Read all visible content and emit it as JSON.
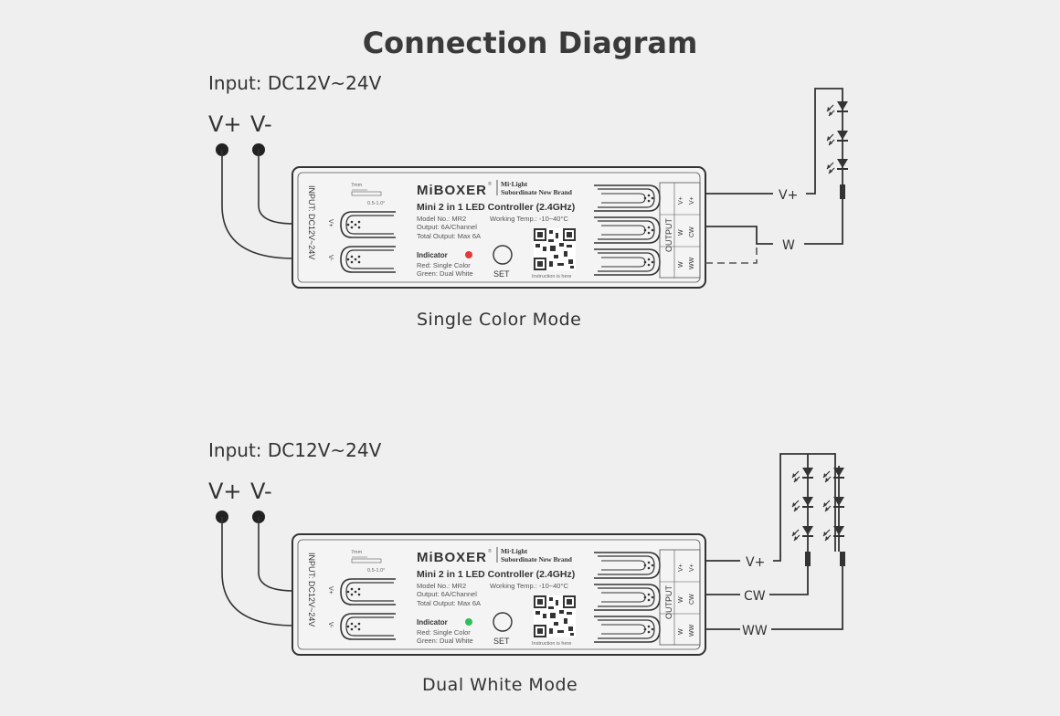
{
  "title": "Connection Diagram",
  "diagrams": [
    {
      "input_label": "Input: DC12V~24V",
      "vplus": "V+",
      "vminus": "V-",
      "outputs": [
        "V+",
        "W"
      ],
      "mode_label": "Single Color Mode",
      "indicator_color": "#e03a3a",
      "port_labels": [
        [
          "V+",
          "V+"
        ],
        [
          "W",
          "CW"
        ],
        [
          "W",
          "WW"
        ]
      ]
    },
    {
      "input_label": "Input: DC12V~24V",
      "vplus": "V+",
      "vminus": "V-",
      "outputs": [
        "V+",
        "CW",
        "WW"
      ],
      "mode_label": "Dual White Mode",
      "indicator_color": "#2fbf5a",
      "port_labels": [
        [
          "V+",
          "V+"
        ],
        [
          "W",
          "CW"
        ],
        [
          "W",
          "WW"
        ]
      ]
    }
  ],
  "controller": {
    "brand": "MiBOXER",
    "reg": "®",
    "sub_brand": "Mi·Light",
    "sub_brand_tag": "Subordinate New Brand",
    "product": "Mini 2 in 1 LED Controller (2.4GHz)",
    "model": "Model No.: MR2",
    "temp": "Working Temp.: -10~40°C",
    "output": "Output: 6A/Channel",
    "total": "Total Output: Max 6A",
    "indicator_title": "Indicator",
    "indicator_red": "Red: Single Color",
    "indicator_green": "Green: Dual White",
    "set_label": "SET",
    "qr_caption": "Instruction is here",
    "strip_len": "7mm",
    "wire_gauge": "0.5-1.0°",
    "input_side": "INPUT: DC12V~24V",
    "output_side": "OUTPUT",
    "input_port_plus": "V+",
    "input_port_minus": "V-"
  },
  "colors": {
    "line": "#333333",
    "body": "#f2f2f2",
    "background": "#efefef"
  }
}
